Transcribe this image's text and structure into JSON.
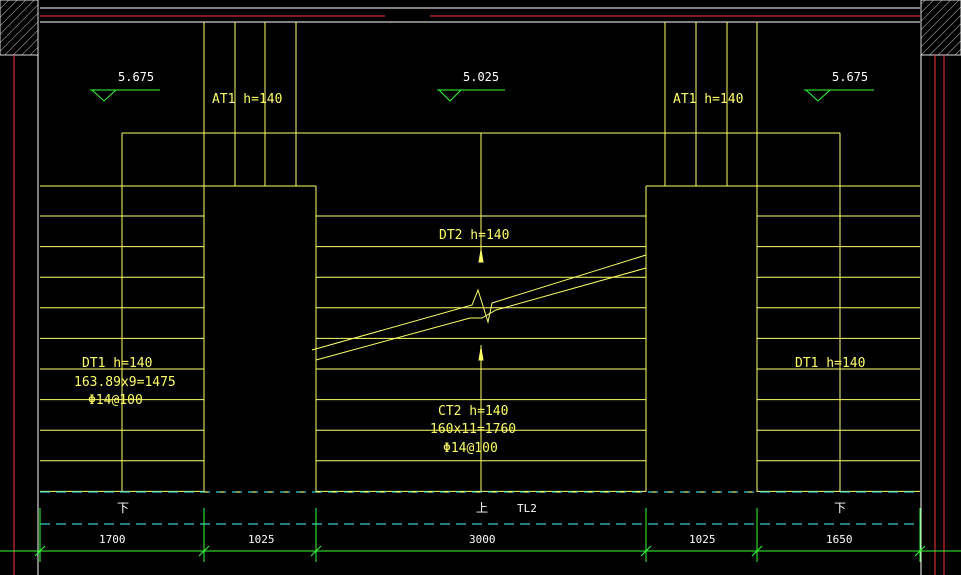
{
  "colors": {
    "background": "#000000",
    "stair": "#ffff66",
    "dimension": "#33ff33",
    "wall_red": "#ff3333",
    "beam_dash": "#33cccc",
    "text_white": "#ffffff",
    "hatch": "#dddddd"
  },
  "levels": [
    {
      "id": "level-left",
      "value": "5.675"
    },
    {
      "id": "level-center",
      "value": "5.025"
    },
    {
      "id": "level-right",
      "value": "5.675"
    }
  ],
  "landing_labels": {
    "at1_left": "AT1  h=140",
    "at1_right": "AT1  h=140"
  },
  "flights": {
    "dt1_left": {
      "title": "DT1  h=140",
      "steps": "163.89x9=1475",
      "rebar": "Φ14@100"
    },
    "dt1_right": {
      "title": "DT1  h=140"
    },
    "dt2": {
      "title": "DT2  h=140"
    },
    "ct2": {
      "title": "CT2  h=140",
      "steps": "160x11=1760",
      "rebar": "Φ14@100"
    }
  },
  "direction_labels": {
    "left": "下",
    "center": "上",
    "right": "下"
  },
  "beam_label": "TL2",
  "dimensions": [
    "1700",
    "1025",
    "3000",
    "1025",
    "1650"
  ]
}
